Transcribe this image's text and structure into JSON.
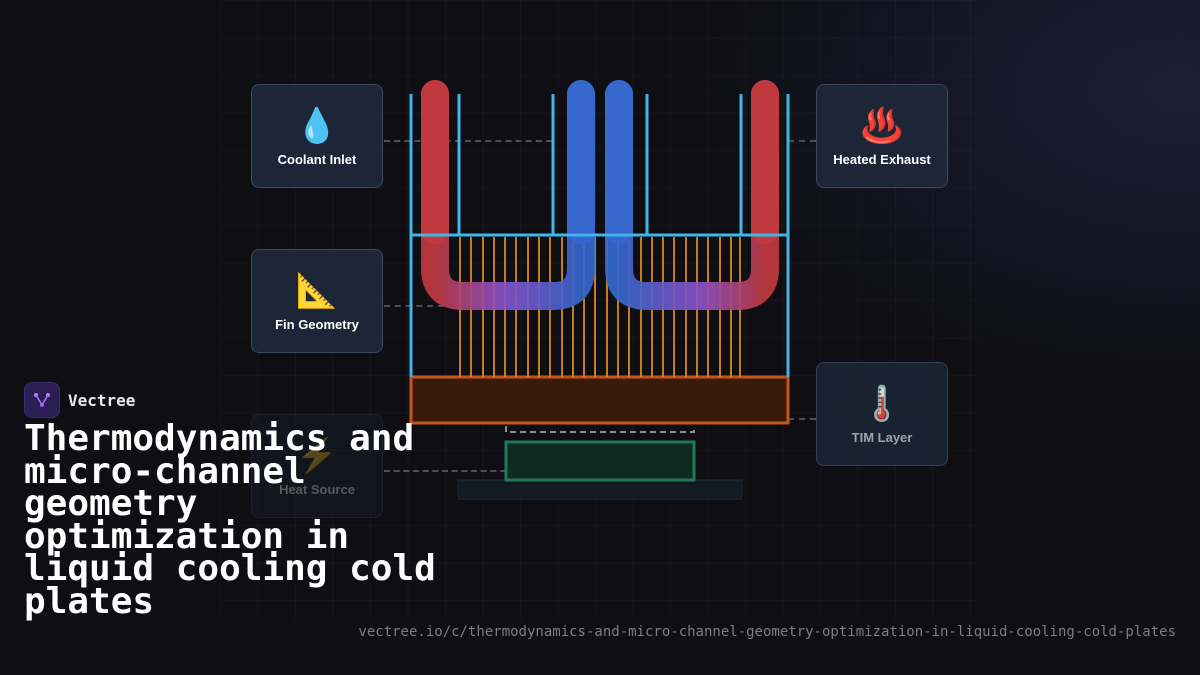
{
  "cards": {
    "coolant_inlet": {
      "icon": "💧",
      "icon_name": "water-drop-icon",
      "label": "Coolant Inlet"
    },
    "fin_geometry": {
      "icon": "📐",
      "icon_name": "triangular-ruler-icon",
      "label": "Fin Geometry"
    },
    "heat_source": {
      "icon": "⚡",
      "icon_name": "lightning-icon",
      "label": "Heat Source"
    },
    "heated_exhaust": {
      "icon": "♨️",
      "icon_name": "hot-springs-icon",
      "label": "Heated Exhaust"
    },
    "tim_layer": {
      "icon": "🌡️",
      "icon_name": "thermometer-icon",
      "label": "TIM Layer"
    }
  },
  "brand": {
    "name": "Vectree",
    "logo_name": "vectree-logo-icon"
  },
  "title": "Thermodynamics and micro-channel geometry optimization in liquid cooling cold plates",
  "url": "vectree.io/c/thermodynamics-and-micro-channel-geometry-optimization-in-liquid-cooling-cold-plates",
  "colors": {
    "background": "#0e0e13",
    "hot": "#c0393f",
    "cold": "#3567cc",
    "outline": "#3fb6ea",
    "fins": "#d98a1c",
    "base_plate": "#3a1a0b",
    "chip": "#0f2a20"
  }
}
